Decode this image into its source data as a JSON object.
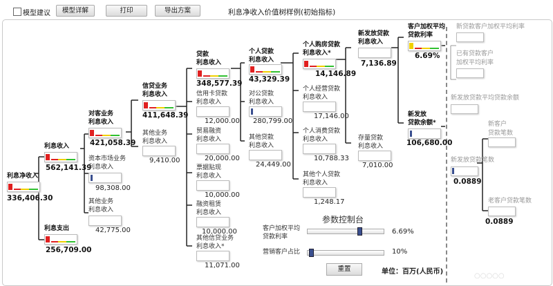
{
  "toolbar": {
    "checkbox_label": "模型建议",
    "btn_detail": "模型详解",
    "btn_print": "打印",
    "btn_export": "导出方案",
    "title": "利息净收入价值树样例(初始指标)"
  },
  "nodes": {
    "net_interest": {
      "label": "利息净收入",
      "value": "336,406.30"
    },
    "interest_income": {
      "label": "利息收入",
      "value": "562,141.39"
    },
    "interest_expense": {
      "label": "利息支出",
      "value": "256,709.00"
    },
    "customer_interest": {
      "label": "对客业务\n利息收入",
      "value": "421,058.39"
    },
    "capital_market": {
      "label": "资本市场业务\n利息收入",
      "value": "98,308.00"
    },
    "other_business": {
      "label": "其他业务\n利息收入",
      "value": "42,775.00"
    },
    "credit_interest": {
      "label": "信贷业务\n利息收入",
      "value": "411,648.39"
    },
    "other_biz2": {
      "label": "其他业务\n利息收入",
      "value": "9,410.00"
    },
    "loan_interest": {
      "label": "贷款\n利息收入",
      "value": "348,577.39"
    },
    "credit_card": {
      "label": "信用卡贷款\n利息收入",
      "value": "12,000.00"
    },
    "trade_finance": {
      "label": "贸易融资\n利息收入",
      "value": "20,000.00"
    },
    "discount": {
      "label": "票据贴现\n利息收入",
      "value": "10,000.00"
    },
    "leasing": {
      "label": "融资租赁\n利息收入",
      "value": "10,000.00"
    },
    "other_credit": {
      "label": "其他信贷业务\n利息收入*",
      "value": "11,071.00"
    },
    "personal_loan": {
      "label": "个人贷款\n利息收入",
      "value": "43,329.39"
    },
    "corporate_loan": {
      "label": "对公贷款\n利息收入",
      "value": "280,799.00"
    },
    "other_loan": {
      "label": "其他贷款\n利息收入",
      "value": "24,449.00"
    },
    "mortgage": {
      "label": "个人购房贷款\n利息收入*",
      "value": "14,146.89"
    },
    "personal_business": {
      "label": "个人经营贷款\n利息收入",
      "value": "17,146.00"
    },
    "consumer": {
      "label": "个人消费贷款\n利息收入",
      "value": "10,788.33"
    },
    "other_personal": {
      "label": "其他个人贷款\n利息收入",
      "value": "1,248.17"
    },
    "new_loan": {
      "label": "新发放贷款\n利息收入",
      "value": "7,136.89"
    },
    "existing_loan": {
      "label": "存量贷款\n利息收入",
      "value": "7,010.00"
    },
    "cust_rate": {
      "label": "客户加权平均\n贷款利率",
      "value": "6.69%"
    },
    "new_balance": {
      "label": "新发放\n贷款余额*",
      "value": "106,680.00"
    },
    "new_cust_rate": {
      "label": "新贷款客户加权平均利率"
    },
    "old_cust_rate": {
      "label": "已有贷款客户\n加权平均利率"
    },
    "avg_new_balance": {
      "label": "新发放贷款平均贷款余额"
    },
    "new_cust_count": {
      "label": "新客户\n贷款笔数"
    },
    "new_loan_count": {
      "label": "新发放贷款笔数",
      "value": "0.0889"
    },
    "old_cust_count": {
      "label": "老客户贷款笔数",
      "value": "0.0889"
    }
  },
  "control": {
    "title": "参数控制台",
    "p1_label": "客户加权平均\n贷款利率",
    "p1_value": "6.69%",
    "p2_label": "营销客户占比",
    "p2_value": "10%",
    "reset": "重置",
    "unit": "单位：百万(人民币)",
    "watermark": "○○○○○"
  }
}
